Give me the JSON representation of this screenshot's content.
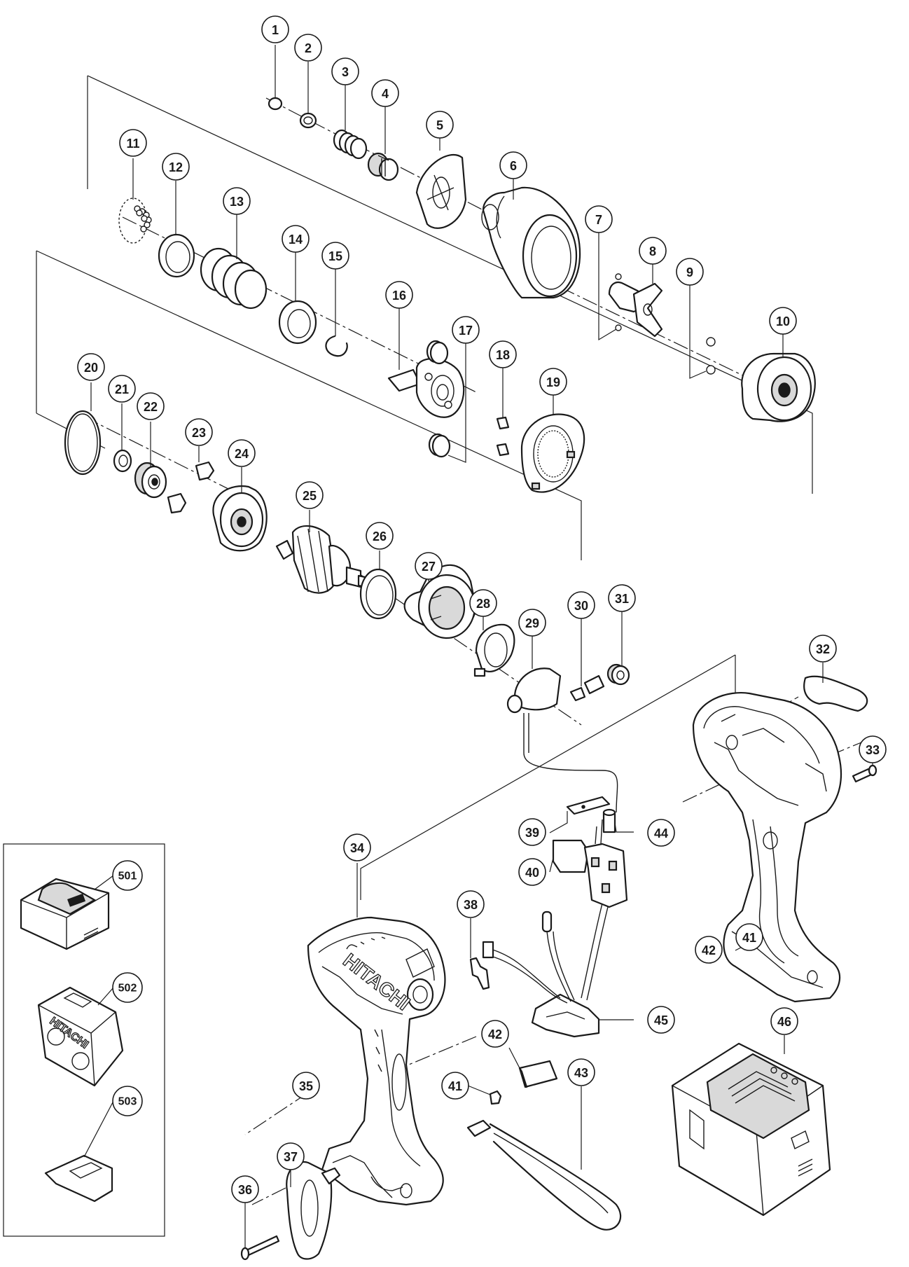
{
  "diagram": {
    "brand_text": "HITACHI",
    "callouts": [
      {
        "label": "1"
      },
      {
        "label": "2"
      },
      {
        "label": "3"
      },
      {
        "label": "4"
      },
      {
        "label": "5"
      },
      {
        "label": "6"
      },
      {
        "label": "7"
      },
      {
        "label": "8"
      },
      {
        "label": "9"
      },
      {
        "label": "10"
      },
      {
        "label": "11"
      },
      {
        "label": "12"
      },
      {
        "label": "13"
      },
      {
        "label": "14"
      },
      {
        "label": "15"
      },
      {
        "label": "16"
      },
      {
        "label": "17"
      },
      {
        "label": "18"
      },
      {
        "label": "19"
      },
      {
        "label": "20"
      },
      {
        "label": "21"
      },
      {
        "label": "22"
      },
      {
        "label": "23"
      },
      {
        "label": "24"
      },
      {
        "label": "25"
      },
      {
        "label": "26"
      },
      {
        "label": "27"
      },
      {
        "label": "28"
      },
      {
        "label": "29"
      },
      {
        "label": "30"
      },
      {
        "label": "31"
      },
      {
        "label": "32"
      },
      {
        "label": "33"
      },
      {
        "label": "34"
      },
      {
        "label": "35"
      },
      {
        "label": "36"
      },
      {
        "label": "37"
      },
      {
        "label": "38"
      },
      {
        "label": "39"
      },
      {
        "label": "40"
      },
      {
        "label": "41"
      },
      {
        "label": "42"
      },
      {
        "label": "43"
      },
      {
        "label": "44"
      },
      {
        "label": "45"
      },
      {
        "label": "46"
      },
      {
        "label": "41"
      },
      {
        "label": "42"
      },
      {
        "label": "501"
      },
      {
        "label": "502"
      },
      {
        "label": "503"
      }
    ]
  }
}
